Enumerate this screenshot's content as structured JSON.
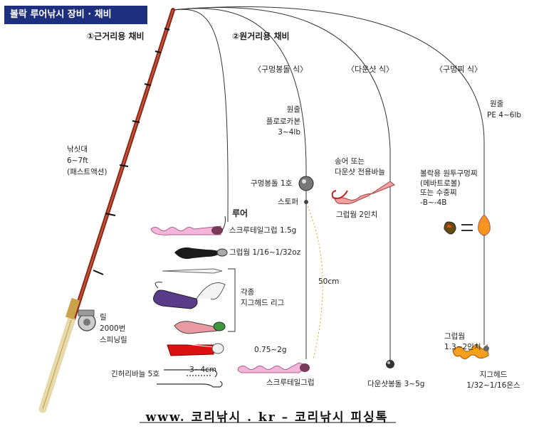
{
  "title": "볼락 루어낚시 장비 · 채비",
  "sections": {
    "short_range": "①근거리용 채비",
    "long_range": "②원거리용 채비"
  },
  "rig_types": {
    "hole_sinker": "〈구멍봉돌 식〉",
    "downshot": "〈다운샷 식〉",
    "hole_float": "〈구멍찌 식〉"
  },
  "rod": {
    "name": "낚싯대",
    "length": "6~7ft",
    "type": "(패스트액션)"
  },
  "reel": {
    "name": "릴",
    "size": "2000번",
    "type": "스피닝릴"
  },
  "lure_header": "루어",
  "lures": [
    {
      "label": "스크루테일그럽 1.5g"
    },
    {
      "label": "그럽웜 1/16~1/32oz"
    },
    {
      "label": "각종\n지그헤드 리그"
    }
  ],
  "hook_label": "긴허리바늘 5호",
  "hook_distance": "3~4cm",
  "hole_sinker_rig": {
    "mainline": "원줄",
    "mainline_spec": "플로로카본\n3~4lb",
    "sinker": "구멍봉돌 1호",
    "stopper": "스토퍼",
    "leader_length": "50cm",
    "jighead": "0.75~2g",
    "worm": "스크루테일그럽"
  },
  "downshot_rig": {
    "hook": "송어 또는\n다운샷 전용바늘",
    "worm": "그럽웜 2인치",
    "sinker": "다운샷봉돌 3~5g"
  },
  "float_rig": {
    "mainline": "원줄",
    "mainline_spec": "PE 4~6lb",
    "float": "볼락용 원투구멍찌\n(메바트로볼)\n또는 수중찌\n-B~-4B",
    "worm": "그럽웜\n1.3~2인치",
    "jighead": "지그헤드\n1/32~1/16온스"
  },
  "footer": "www. 코리낚시 . kr  –  코리낚시 피싱톡",
  "colors": {
    "title_bg": "#1f2f7f",
    "rod": "#8b2a1a",
    "worm_pink": "#f2b6d8",
    "float_orange": "#f7941d"
  }
}
